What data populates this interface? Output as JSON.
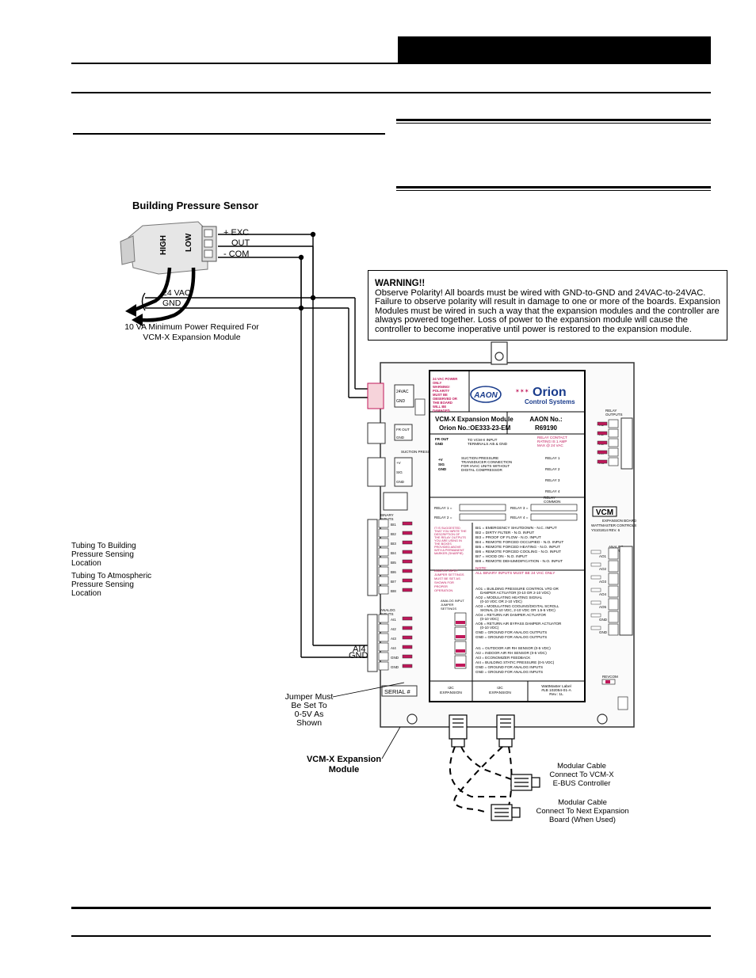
{
  "warning": {
    "title": "WARNING!!",
    "body": "Observe Polarity! All boards must be wired with GND-to-GND and 24VAC-to-24VAC. Failure to observe polarity will result in damage to one or more of the boards. Expansion Modules must be wired in such a way that the expansion modules and the controller are always powered together. Loss of power to the expansion module will cause the controller to become inoperative until power is restored to the expansion module."
  },
  "power": {
    "vac": "24 VAC",
    "gnd": "GND",
    "note1": "10 VA Minimum Power Required For",
    "note2": "VCM-X Expansion Module"
  },
  "sensor": {
    "title": "Building Pressure Sensor",
    "high": "HIGH",
    "low": "LOW",
    "exc": "+ EXC",
    "out": "OUT",
    "com": "- COM",
    "tube1": [
      "Tubing To Building",
      "Pressure Sensing",
      "Location"
    ],
    "tube2": [
      "Tubing To Atmospheric",
      "Pressure Sensing",
      "Location"
    ]
  },
  "wiring": {
    "ai4": "AI4",
    "gnd": "GND"
  },
  "callouts": {
    "jumper": [
      "Jumper Must",
      "Be Set To",
      "0-5V As",
      "Shown"
    ],
    "module": [
      "VCM-X Expansion",
      "Module"
    ],
    "cable1": [
      "Modular Cable",
      "Connect To VCM-X",
      "E-BUS Controller"
    ],
    "cable2": [
      "Modular Cable",
      "Connect To Next Expansion",
      "Board (When Used)"
    ]
  },
  "board": {
    "warn_small": [
      "24 VAC POWER",
      "ONLY",
      "WARNING!",
      "POLARITY",
      "MUST BE",
      "OBSERVED OR",
      "THE BOARD",
      "WILL BE",
      "DAMAGED"
    ],
    "brand": "AAON",
    "orion": "Orion",
    "orion_sub": "Control Systems",
    "model": "VCM-X Expansion Module",
    "orion_no": "Orion No.:OE333-23-EM",
    "aaon_no_label": "AAON No.:",
    "aaon_no": "R69190",
    "fr_out": "FR OUT",
    "gnd": "GND",
    "fr_text": [
      "TO VCM-X INPUT",
      "TERMINALS AI5 & GND"
    ],
    "suction_labels": [
      "+V",
      "SIG",
      "GND"
    ],
    "suction_text": [
      "SUCTION PRESSURE",
      "TRANSDUCER CONNECTION",
      "FOR HVAC UNITS WITHOUT",
      "DIGITAL COMPRESSOR"
    ],
    "relay_rating": [
      "RELAY CONTACT",
      "RATING IS 1 AMP",
      "MAX @ 24 VAC"
    ],
    "relays": [
      "RELAY 1",
      "RELAY 2",
      "RELAY 3",
      "RELAY 4"
    ],
    "relay_common": [
      "RELAY",
      "COMMON"
    ],
    "relay_fields": [
      "RELAY 1 =",
      "RELAY 3 =",
      "RELAY 2 =",
      "RELAY 4 ="
    ],
    "binary": [
      "BI1 = EMERGENCY SHUTDOWN - N.C. INPUT",
      "BI2 = DIRTY FILTER - N.O. INPUT",
      "BI3 = PROOF OF FLOW - N.O. INPUT",
      "BI4 = REMOTE FORCED OCCUPIED - N.O. INPUT",
      "BI5 = REMOTE FORCED HEATING - N.O. INPUT",
      "BI6 = REMOTE FORCED COOLING - N.O. INPUT",
      "BI7 = HOOD ON - N.O. INPUT",
      "BI8 = REMOTE DEHUMIDIFICATION - N.O. INPUT"
    ],
    "binary_note": [
      "NOTE:",
      "ALL BINARY INPUTS MUST BE 24 VAC ONLY"
    ],
    "suggest": [
      "IT IS SUGGESTED",
      "THAT YOU WRITE THE",
      "DESCRIPTION OF",
      "THE RELAY OUTPUTS",
      "YOU ARE USING IN",
      "THE BOXES",
      "PROVIDED ABOVE",
      "WITH A PERMANENT",
      "MARKER (SHARPIE)"
    ],
    "jumper_note": [
      "ANALOG INPUT",
      "JUMPER SETTINGS",
      "MUST BE SET AS",
      "SHOWN FOR",
      "PROPER",
      "OPERATION"
    ],
    "analog_out": [
      "AO1 = BUILDING PRESSURE CONTROL VFD OR",
      "DAMPER ACTUATOR (0-10 OR 2-10 VDC)",
      "AO2 = MODULATING HEATING SIGNAL",
      "(0-10 VDC OR 2-10 VDC)",
      "AO3 = MODULATING COOLING/DIGITAL SCROLL",
      "SIGNAL (0-10 VDC, 2-10 VDC OR 1.5-5 VDC)",
      "AO4 = RETURN AIR DAMPER ACTUATOR",
      "(0-10 VDC)",
      "AO5 = RETURN AIR BYPASS DAMPER ACTUATOR",
      "(0-10 VDC)",
      "GND = GROUND FOR ANALOG OUTPUTS",
      "GND = GROUND FOR ANALOG OUTPUTS"
    ],
    "analog_in": [
      "AI1 = OUTDOOR AIR RH SENSOR (0-5 VDC)",
      "AI2 = INDOOR AIR RH SENSOR (0-5 VDC)",
      "AI3 = ECONOMIZER FEEDBACK",
      "AI4 = BUILDING STATIC PRESSURE (0-5 VDC)",
      "GND = GROUND FOR ANALOG INPUTS",
      "GND = GROUND FOR ANALOG INPUTS"
    ],
    "jumper_settings": [
      "ANALOG INPUT",
      "JUMPER",
      "SETTINGS"
    ],
    "i2c": [
      "I2C",
      "EXPANSION"
    ],
    "wattmaster": [
      "WattMaster Label",
      "#LB 102054-01-A",
      "Rev.: 1L"
    ],
    "vcm_label": "VCM",
    "vcm_sub": [
      "EXPANSION BOARD",
      "WATTMASTER CONTROLS",
      "YS101814 REV. 6"
    ],
    "serial": "SERIAL #",
    "t_24vac": "24VAC",
    "t_gnd": "GND",
    "fr_out_t": "FR OUT",
    "suction_t": "SUCTION PRESS",
    "binary_t": [
      "BINARY",
      "INPUTS"
    ],
    "analog_in_t": [
      "ANALOG",
      "INPUTS"
    ],
    "relay_t": [
      "RELAY",
      "OUTPUTS"
    ],
    "analog_out_t": [
      "ANALOG",
      "OUTPUTS"
    ],
    "bi_labels": [
      "BI1",
      "BI2",
      "BI3",
      "BI4",
      "BI5",
      "BI6",
      "BI7",
      "BI8"
    ],
    "ai_labels": [
      "AI1",
      "AI2",
      "AI3",
      "AI4",
      "GND",
      "GND"
    ],
    "ao_labels": [
      "AO1",
      "AO2",
      "AO3",
      "AO4",
      "AO5",
      "GND",
      "GND"
    ],
    "r_labels": [
      "R1",
      "R2",
      "R3",
      "R4",
      "RC"
    ],
    "suction_pins": [
      "+V",
      "SIG",
      "GND"
    ],
    "revcom": "REVCOM"
  }
}
